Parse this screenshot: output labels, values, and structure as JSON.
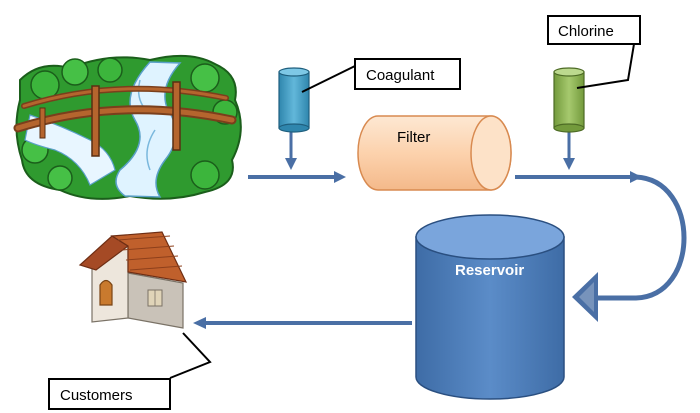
{
  "labels": {
    "coagulant": "Coagulant",
    "chlorine": "Chlorine",
    "filter": "Filter",
    "reservoir": "Reservoir",
    "customers": "Customers"
  },
  "colors": {
    "pipe": "#4a6fa5",
    "coagulant_tank": "#4aa3c8",
    "chlorine_tank": "#8db153",
    "filter_fill": "#fdd5b0",
    "reservoir_fill": "#4f81bd",
    "label_border": "#000000"
  },
  "icons": {
    "water_source": "river-bridge-icon",
    "customers": "house-icon"
  }
}
